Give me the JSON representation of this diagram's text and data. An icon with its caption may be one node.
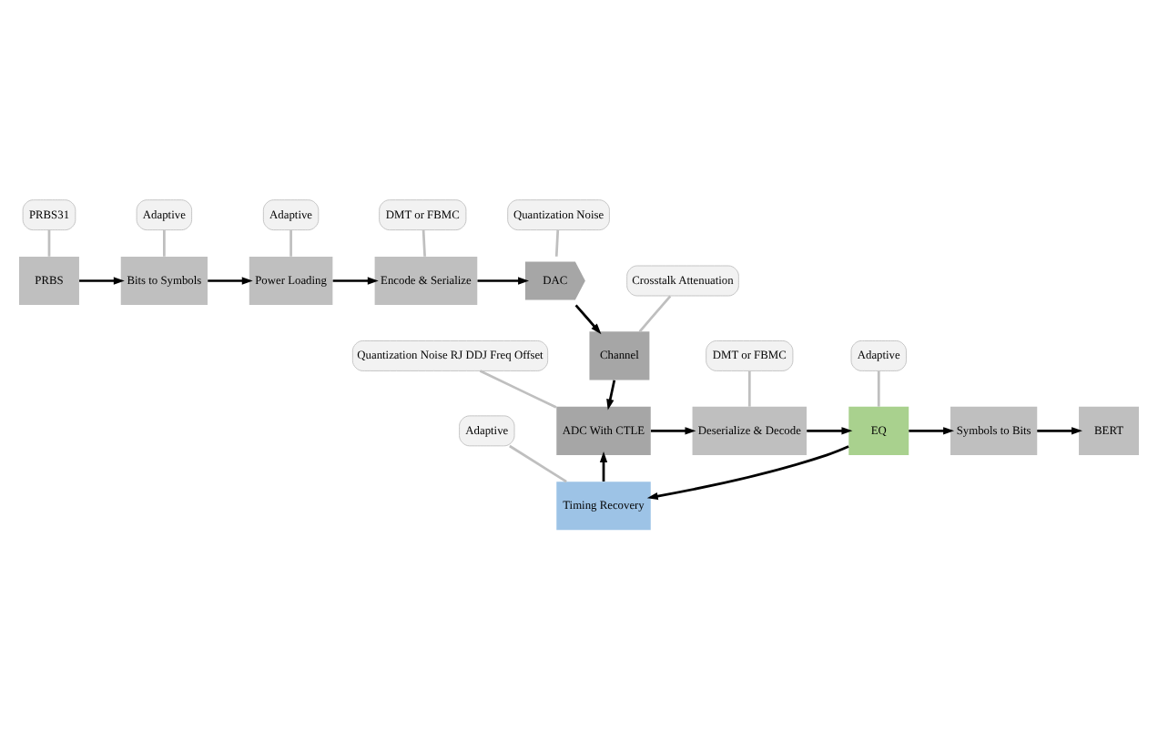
{
  "diagram": {
    "nodes": [
      {
        "text": [
          "PRBS31"
        ]
      },
      {
        "text": [
          "Adaptive"
        ]
      },
      {
        "text": [
          "Adaptive"
        ]
      },
      {
        "text": [
          "DMT or FBMC"
        ]
      },
      {
        "text": [
          "Quantization Noise"
        ]
      },
      {
        "text": [
          "Crosstalk Attenuation"
        ]
      },
      {
        "text": [
          "PRBS"
        ]
      },
      {
        "text": [
          "Bits to Symbols"
        ]
      },
      {
        "text": [
          "Power Loading"
        ]
      },
      {
        "text": [
          "Encode & Serialize"
        ]
      },
      {
        "text": [
          "DAC"
        ]
      },
      {
        "text": [
          "Channel"
        ]
      },
      {
        "text": [
          "BERT"
        ]
      },
      {
        "text": [
          "Symbols to Bits"
        ]
      },
      {
        "text": [
          "EQ"
        ]
      },
      {
        "text": [
          "Deserialize & Decode"
        ]
      },
      {
        "text": [
          "ADC With CTLE"
        ]
      },
      {
        "text": [
          "Adaptive"
        ]
      },
      {
        "text": [
          "Timing Recovery"
        ]
      },
      {
        "text": [
          "Quantization Noise RJ DDJ Freq Offset"
        ]
      },
      {
        "text": [
          "Adaptive"
        ]
      },
      {
        "text": [
          "DMT or FBMC"
        ]
      }
    ],
    "edges": [
      {
        "from": 6,
        "to": 7,
        "arrow": "to"
      },
      {
        "from": 7,
        "to": 8,
        "arrow": "to"
      },
      {
        "from": 8,
        "to": 9,
        "arrow": "to"
      },
      {
        "from": 9,
        "to": 10,
        "arrow": "to"
      },
      {
        "from": 10,
        "to": 11,
        "arrow": "to"
      },
      {
        "from": 11,
        "to": 16,
        "arrow": "to"
      },
      {
        "from": 16,
        "to": 15,
        "arrow": "to"
      },
      {
        "from": 15,
        "to": 14,
        "arrow": "to"
      },
      {
        "from": 14,
        "to": 13,
        "arrow": "to"
      },
      {
        "from": 13,
        "to": 12,
        "arrow": "to"
      },
      {
        "from": 14,
        "to": 18,
        "arrow": "to"
      },
      {
        "from": 18,
        "to": 16,
        "arrow": "to"
      },
      {
        "from": 0,
        "to": 6,
        "arrow": "none",
        "color": "#bfbfbf"
      },
      {
        "from": 1,
        "to": 7,
        "arrow": "none",
        "color": "#bfbfbf"
      },
      {
        "from": 2,
        "to": 8,
        "arrow": "none",
        "color": "#bfbfbf"
      },
      {
        "from": 3,
        "to": 9,
        "arrow": "none",
        "color": "#bfbfbf"
      },
      {
        "from": 4,
        "to": 10,
        "arrow": "none",
        "color": "#bfbfbf"
      },
      {
        "from": 5,
        "to": 11,
        "arrow": "none",
        "color": "#bfbfbf"
      },
      {
        "from": 17,
        "to": 14,
        "arrow": "none",
        "color": "#bfbfbf"
      },
      {
        "from": 19,
        "to": 16,
        "arrow": "none",
        "color": "#bfbfbf"
      },
      {
        "from": 20,
        "to": 18,
        "arrow": "none",
        "color": "#bfbfbf"
      },
      {
        "from": 21,
        "to": 15,
        "arrow": "none",
        "color": "#bfbfbf"
      }
    ]
  }
}
